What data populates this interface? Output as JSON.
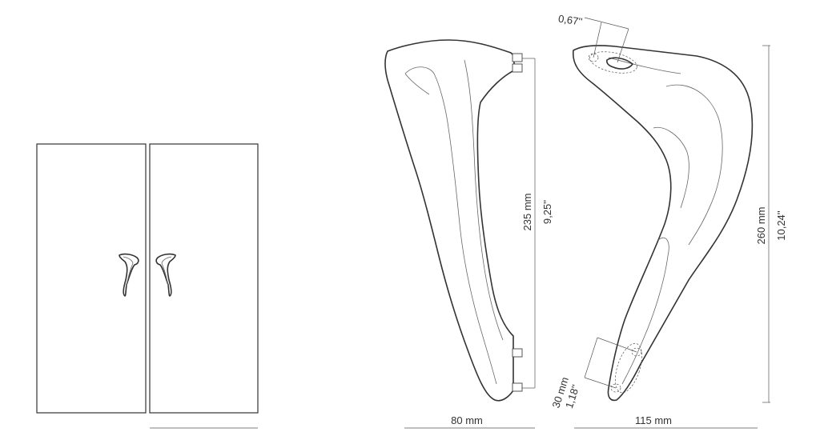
{
  "dimensions": {
    "side_width": "80 mm",
    "front_width": "115 mm",
    "side_height_mm": "235 mm",
    "side_height_in": "9,25''",
    "front_height_mm": "260 mm",
    "front_height_in": "10,24''",
    "base_mm": "30 mm",
    "base_in": "1,18''",
    "top_in": "0,67''"
  }
}
